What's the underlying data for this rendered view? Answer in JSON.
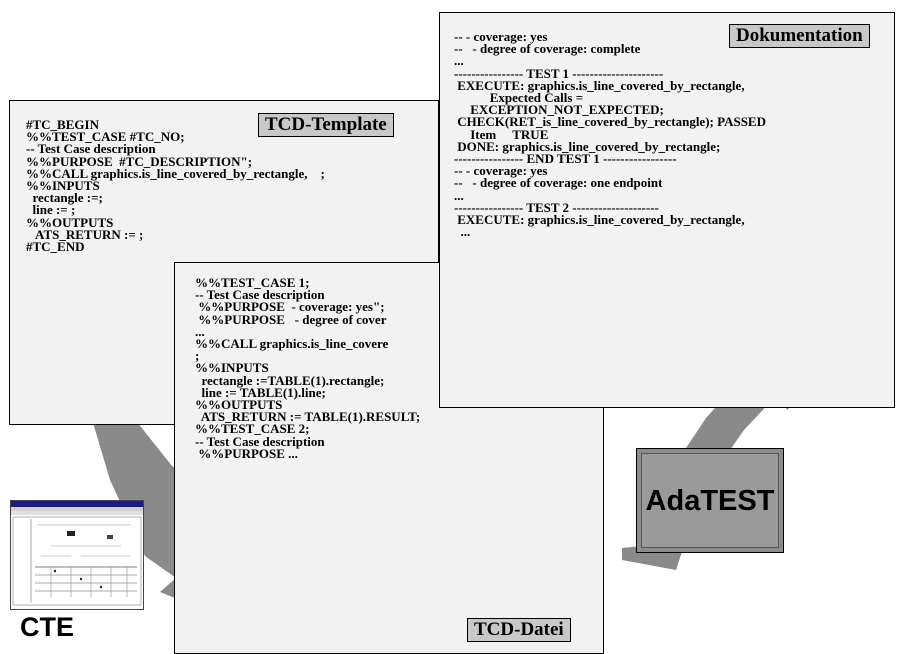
{
  "tcd_template": {
    "title": "TCD-Template",
    "lines": [
      "#TC_BEGIN",
      "%%TEST_CASE #TC_NO;",
      "-- Test Case description",
      "%%PURPOSE  #TC_DESCRIPTION\";",
      "%%CALL graphics.is_line_covered_by_rectangle,    ;",
      "%%INPUTS",
      "  rectangle :=;",
      "  line := ;",
      "%%OUTPUTS",
      "   ATS_RETURN := ;",
      "#TC_END"
    ]
  },
  "tcd_datei": {
    "title": "TCD-Datei",
    "lines": [
      "%%TEST_CASE 1;",
      "-- Test Case description",
      " %%PURPOSE  - coverage: yes\";",
      " %%PURPOSE   - degree of cover",
      "...",
      "%%CALL graphics.is_line_covere",
      ";",
      "%%INPUTS",
      "  rectangle :=TABLE(1).rectangle;",
      "  line := TABLE(1).line;",
      "%%OUTPUTS",
      "  ATS_RETURN := TABLE(1).RESULT;",
      "%%TEST_CASE 2;",
      "-- Test Case description",
      " %%PURPOSE ..."
    ]
  },
  "dokumentation": {
    "title": "Dokumentation",
    "lines": [
      "-- - coverage: yes",
      "--   - degree of coverage: complete",
      "...",
      "---------------- TEST 1 ---------------------",
      " EXECUTE: graphics.is_line_covered_by_rectangle,",
      "           Expected Calls =",
      "     EXCEPTION_NOT_EXPECTED;",
      " CHECK(RET_is_line_covered_by_rectangle); PASSED",
      "     Item     TRUE",
      " DONE: graphics.is_line_covered_by_rectangle;",
      "---------------- END TEST 1 -----------------",
      "-- - coverage: yes",
      "--   - degree of coverage: one endpoint",
      "...",
      "---------------- TEST 2 --------------------",
      " EXECUTE: graphics.is_line_covered_by_rectangle,",
      "  ..."
    ]
  },
  "adatest": {
    "label": "AdaTEST"
  },
  "cte": {
    "label": "CTE"
  },
  "colors": {
    "panel": "#f2f2f2",
    "tab": "#c8c8c8",
    "arrow": "#8a8a8a",
    "adatest_box": "#8c8c8c"
  }
}
